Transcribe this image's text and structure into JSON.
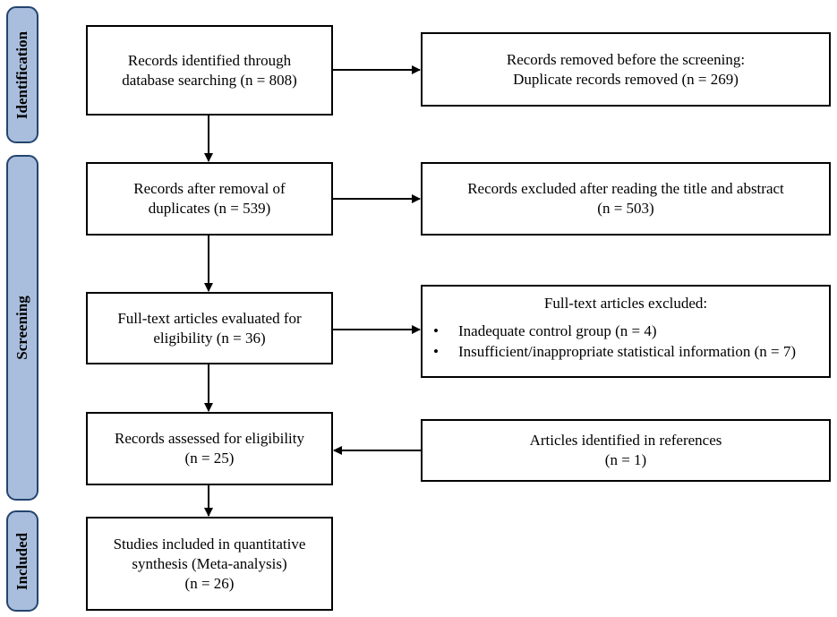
{
  "phases": {
    "identification": "Identification",
    "screening": "Screening",
    "included": "Included"
  },
  "boxes": {
    "records_identified": {
      "lines": [
        "Records identified through",
        "database searching (n = 808)"
      ]
    },
    "records_removed": {
      "lines": [
        "Records removed before the screening:",
        "Duplicate records removed (n = 269)"
      ]
    },
    "after_removal": {
      "lines": [
        "Records after removal of",
        "duplicates (n = 539)"
      ]
    },
    "excluded_title_abstract": {
      "lines": [
        "Records excluded after reading the title and abstract",
        "(n = 503)"
      ]
    },
    "fulltext_evaluated": {
      "lines": [
        "Full-text articles evaluated for",
        "eligibility (n = 36)"
      ]
    },
    "fulltext_excluded": {
      "title": "Full-text articles excluded:",
      "items": [
        "Inadequate control group (n = 4)",
        "Insufficient/inappropriate statistical information (n = 7)"
      ]
    },
    "assessed_eligibility": {
      "lines": [
        "Records assessed for eligibility",
        "(n = 25)"
      ]
    },
    "identified_references": {
      "lines": [
        "Articles identified in references",
        "(n = 1)"
      ]
    },
    "studies_included": {
      "lines": [
        "Studies included in quantitative",
        "synthesis (Meta-analysis)",
        "(n = 26)"
      ]
    }
  }
}
